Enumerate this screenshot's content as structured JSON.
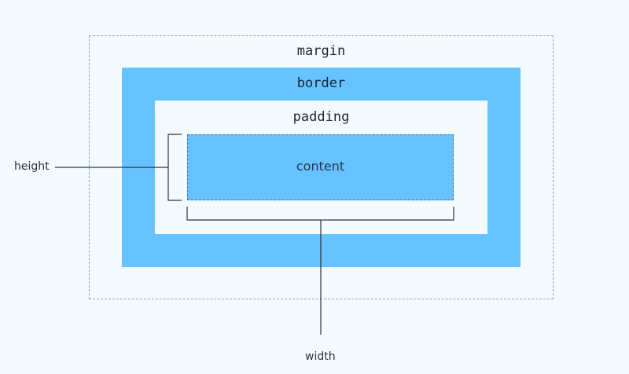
{
  "labels": {
    "margin": "margin",
    "border": "border",
    "padding": "padding",
    "content": "content",
    "height": "height",
    "width": "width"
  },
  "colors": {
    "background": "#f4fbff",
    "box_fill": "#66c3ff",
    "margin_outline": "#7fa3c9",
    "content_outline": "#3a6ea8",
    "annotation_line": "#2b3340"
  }
}
